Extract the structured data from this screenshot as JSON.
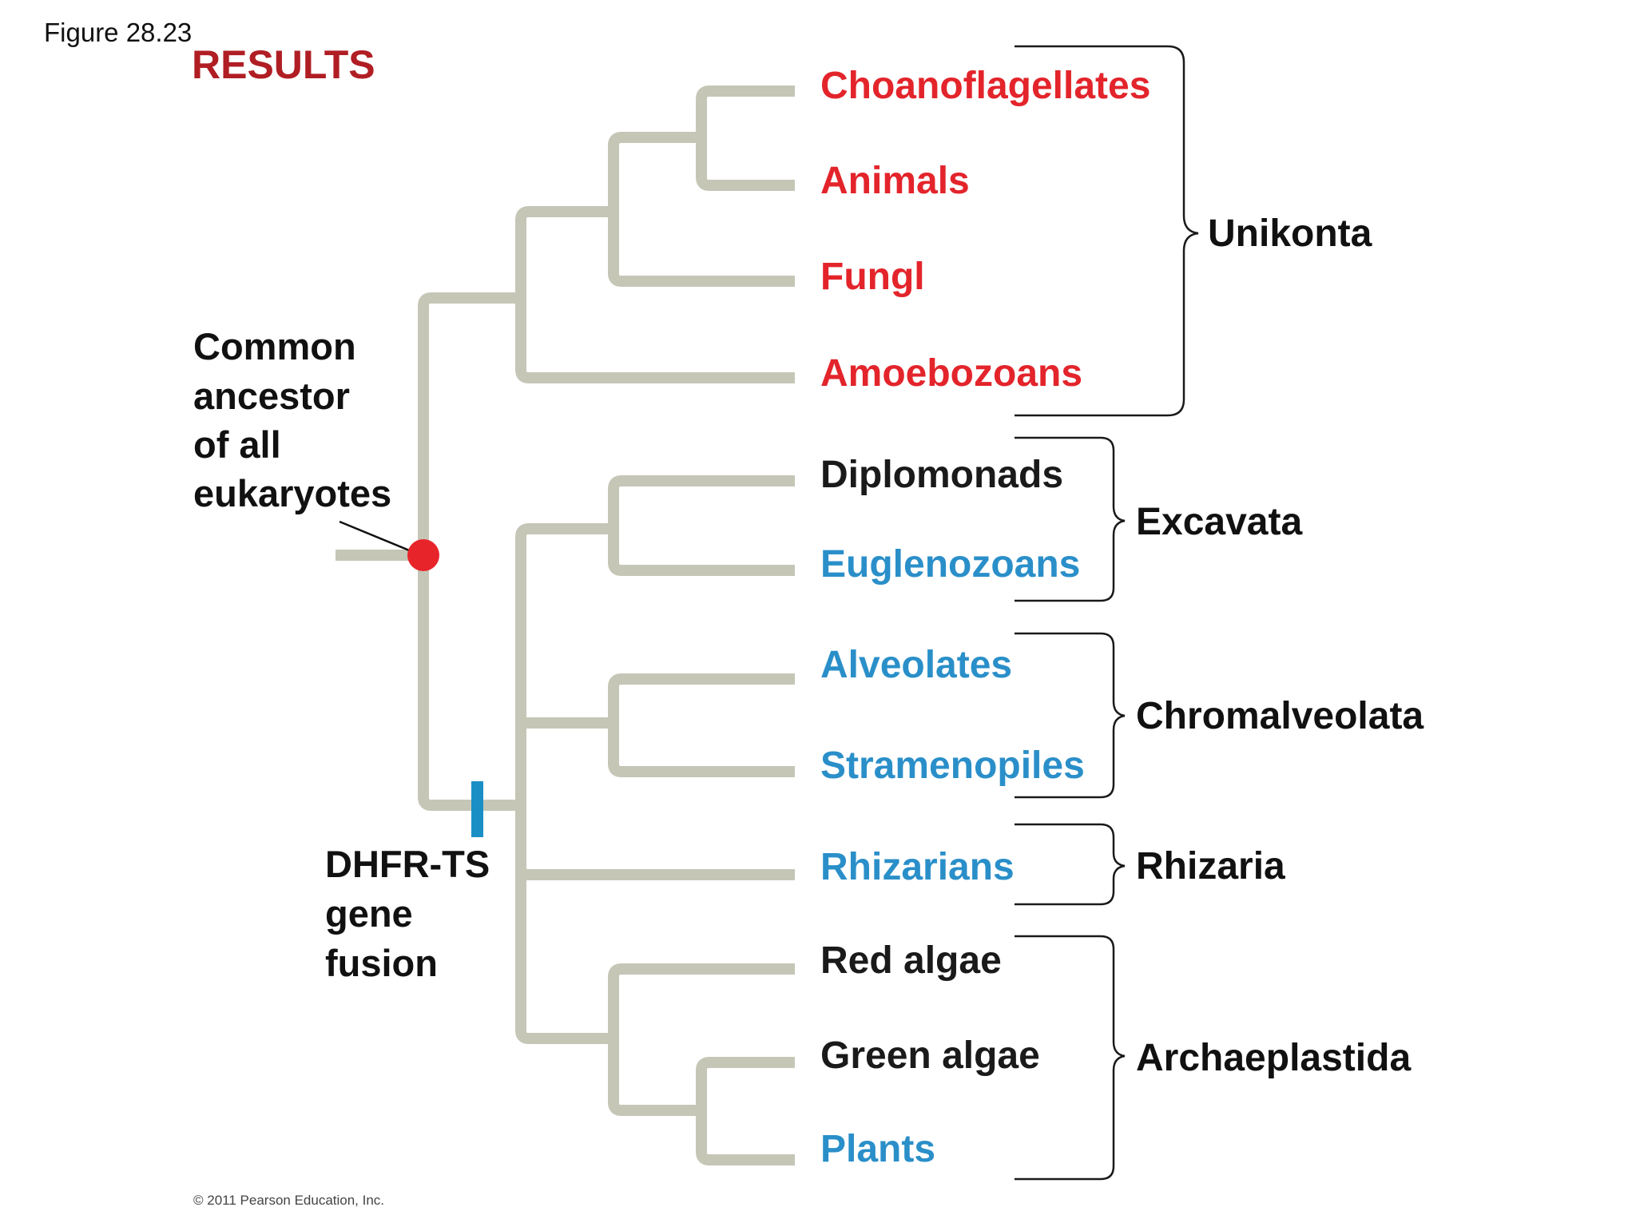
{
  "figure_label": "Figure 28.23",
  "section_title": "RESULTS",
  "copyright": "© 2011 Pearson Education, Inc.",
  "annotations": {
    "common_ancestor": [
      "Common",
      "ancestor",
      "of all",
      "eukaryotes"
    ],
    "gene_fusion": [
      "DHFR-TS",
      "gene",
      "fusion"
    ]
  },
  "colors": {
    "branch": "#c5c6b6",
    "ancestor_dot": "#e8242b",
    "fusion_marker": "#1a8fc6",
    "unikont_taxa": "#e3242b",
    "blue_taxa": "#2a8fc9",
    "black_taxa": "#1a1a1a",
    "results_title": "#b01e24",
    "bracket": "#1a1a1a"
  },
  "taxa": [
    {
      "name": "Choanoflagellates",
      "color": "red"
    },
    {
      "name": "Animals",
      "color": "red"
    },
    {
      "name": "Fungl",
      "color": "red"
    },
    {
      "name": "Amoebozoans",
      "color": "red"
    },
    {
      "name": "Diplomonads",
      "color": "black"
    },
    {
      "name": "Euglenozoans",
      "color": "blue"
    },
    {
      "name": "Alveolates",
      "color": "blue"
    },
    {
      "name": "Stramenopiles",
      "color": "blue"
    },
    {
      "name": "Rhizarians",
      "color": "blue"
    },
    {
      "name": "Red algae",
      "color": "black"
    },
    {
      "name": "Green algae",
      "color": "black"
    },
    {
      "name": "Plants",
      "color": "blue"
    }
  ],
  "groups": [
    {
      "name": "Unikonta",
      "members": [
        "Choanoflagellates",
        "Animals",
        "Fungl",
        "Amoebozoans"
      ]
    },
    {
      "name": "Excavata",
      "members": [
        "Diplomonads",
        "Euglenozoans"
      ]
    },
    {
      "name": "Chromalveolata",
      "members": [
        "Alveolates",
        "Stramenopiles"
      ]
    },
    {
      "name": "Rhizaria",
      "members": [
        "Rhizarians"
      ]
    },
    {
      "name": "Archaeplastida",
      "members": [
        "Red algae",
        "Green algae",
        "Plants"
      ]
    }
  ]
}
